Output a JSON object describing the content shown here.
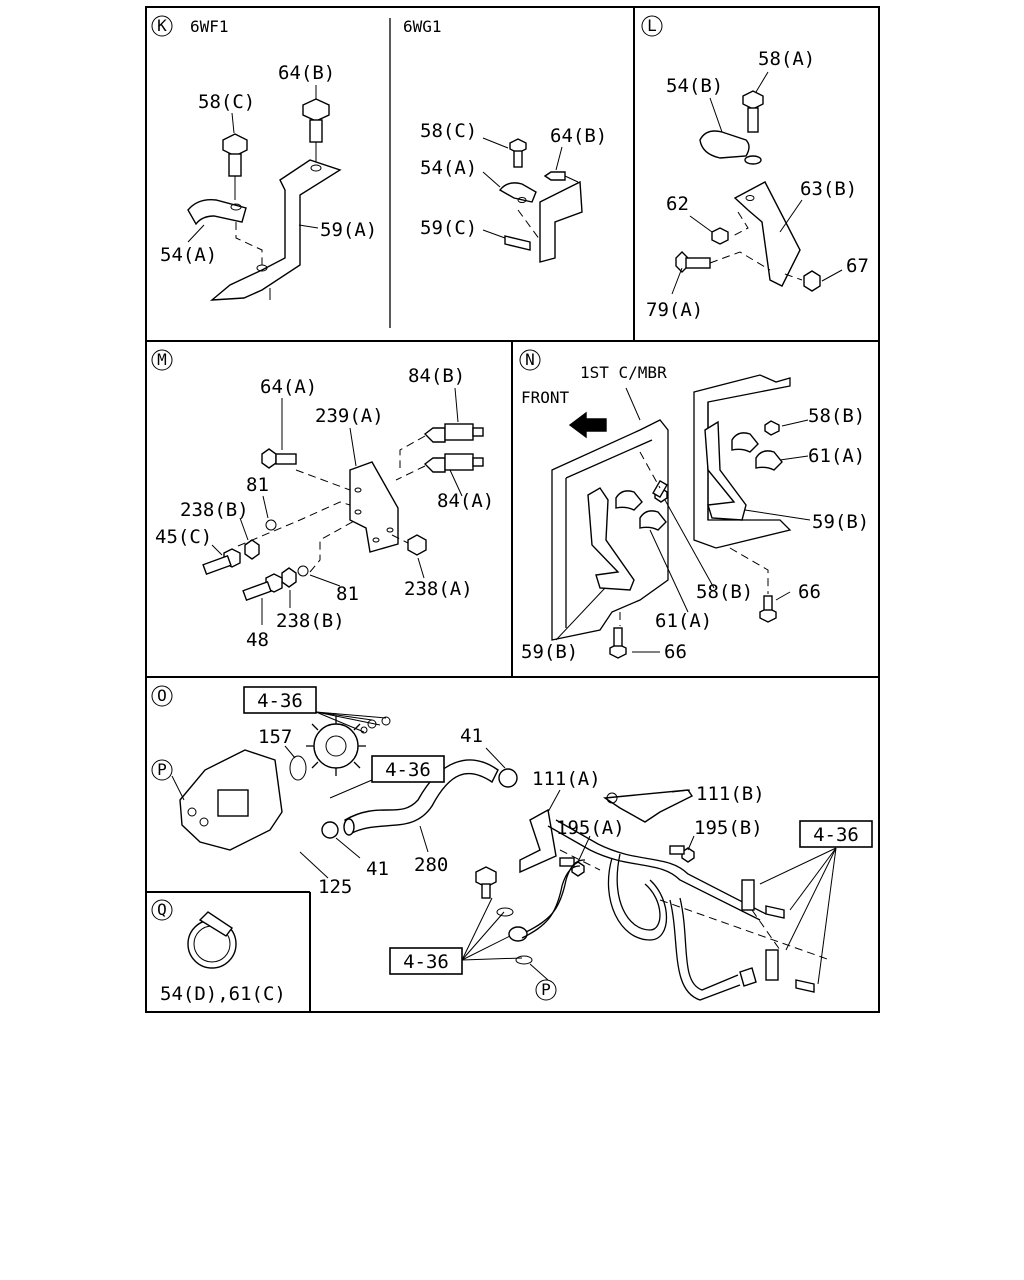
{
  "sections": {
    "K": {
      "letter": "K",
      "variant_left": "6WF1",
      "variant_right": "6WG1"
    },
    "L": {
      "letter": "L"
    },
    "M": {
      "letter": "M"
    },
    "N": {
      "letter": "N",
      "member": "1ST C/MBR",
      "direction": "FRONT"
    },
    "O": {
      "letter": "O"
    },
    "P": {
      "letter": "P"
    },
    "Q": {
      "letter": "Q"
    }
  },
  "labels": {
    "k_64b": "64(B)",
    "k_58c": "58(C)",
    "k_59a": "59(A)",
    "k_54a": "54(A)",
    "g_58c": "58(C)",
    "g_64b": "64(B)",
    "g_54a": "54(A)",
    "g_59c": "59(C)",
    "l_58a": "58(A)",
    "l_54b": "54(B)",
    "l_62": "62",
    "l_63b": "63(B)",
    "l_67": "67",
    "l_79a": "79(A)",
    "m_64a": "64(A)",
    "m_84b": "84(B)",
    "m_239a": "239(A)",
    "m_81a": "81",
    "m_238b1": "238(B)",
    "m_84a": "84(A)",
    "m_45c": "45(C)",
    "m_238a": "238(A)",
    "m_81b": "81",
    "m_238b2": "238(B)",
    "m_48": "48",
    "n_58b1": "58(B)",
    "n_61a1": "61(A)",
    "n_59b1": "59(B)",
    "n_66a": "66",
    "n_58b2": "58(B)",
    "n_61a2": "61(A)",
    "n_59b2": "59(B)",
    "n_66b": "66",
    "o_ref1": "4-36",
    "o_157": "157",
    "o_ref2": "4-36",
    "o_41a": "41",
    "o_111a": "111(A)",
    "o_111b": "111(B)",
    "o_195a": "195(A)",
    "o_195b": "195(B)",
    "o_ref3": "4-36",
    "o_41b": "41",
    "o_280": "280",
    "o_125": "125",
    "o_ref4": "4-36",
    "q_parts": "54(D),61(C)"
  }
}
